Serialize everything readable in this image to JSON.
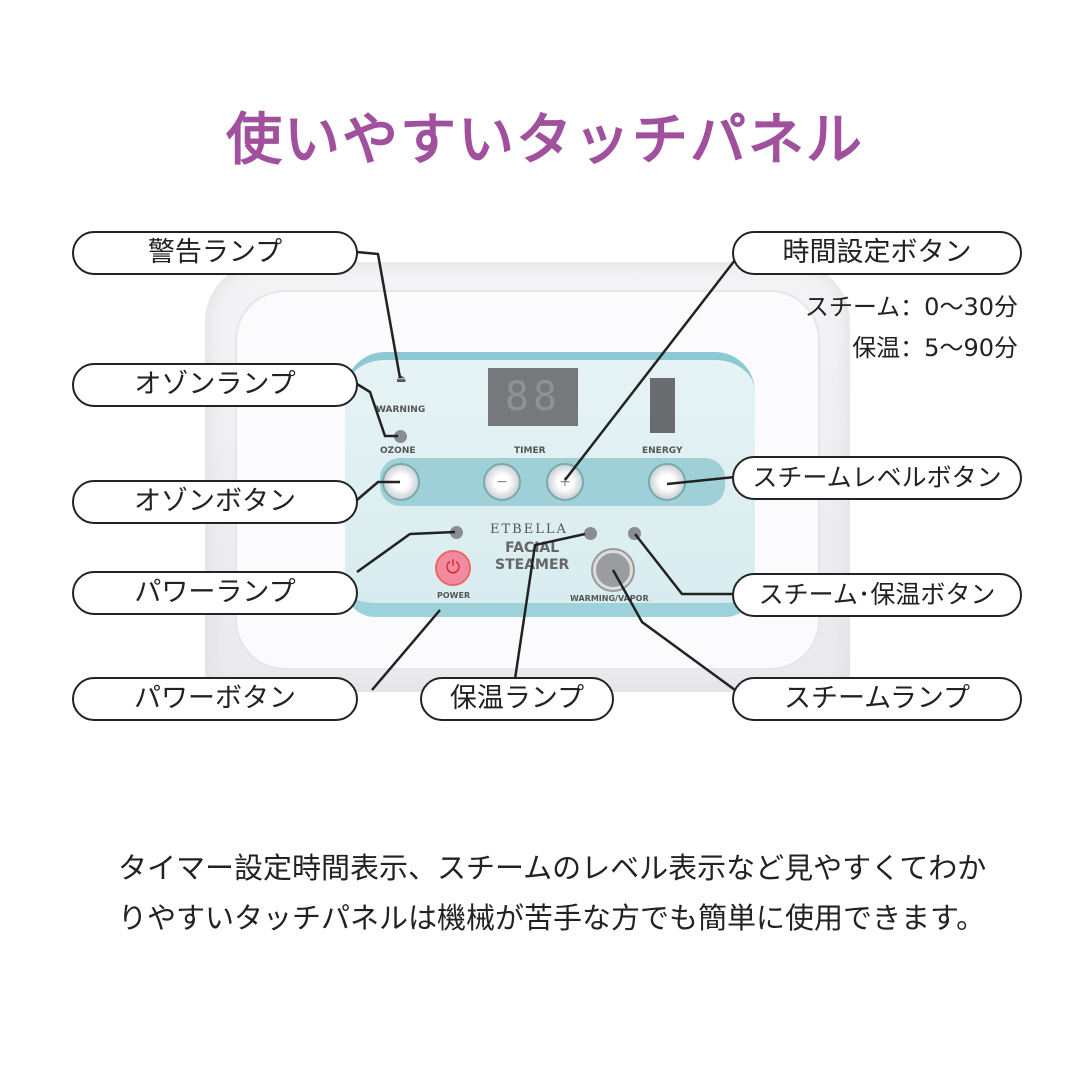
{
  "title": "使いやすいタッチパネル",
  "panel": {
    "display": "88",
    "warning": "WARNING",
    "ozone": "OZONE",
    "timer": "TIMER",
    "energy": "ENERGY",
    "brand": "ETBELLA",
    "product_line1": "FACIAL",
    "product_line2": "STEAMER",
    "power": "POWER",
    "warming_vapor": "WARMING/VAPOR",
    "minus": "−",
    "plus": "+"
  },
  "labels": {
    "warning_lamp": "警告ランプ",
    "ozone_lamp": "オゾンランプ",
    "ozone_button": "オゾンボタン",
    "power_lamp": "パワーランプ",
    "power_button": "パワーボタン",
    "warming_lamp": "保温ランプ",
    "timer_button": "時間設定ボタン",
    "steam_level_button": "スチームレベルボタン",
    "steam_warming_button": "スチーム･保温ボタン",
    "steam_lamp": "スチームランプ"
  },
  "timer_spec": {
    "steam": "スチーム：0〜30分",
    "warming": "保温：5〜90分"
  },
  "description": "タイマー設定時間表示、スチームのレベル表示など見やすくてわかりやすいタッチパネルは機械が苦手な方でも簡単に使用できます。",
  "colors": {
    "title": "#a0509c",
    "panel": "#d8ecef",
    "accent": "#8cc9d4"
  }
}
